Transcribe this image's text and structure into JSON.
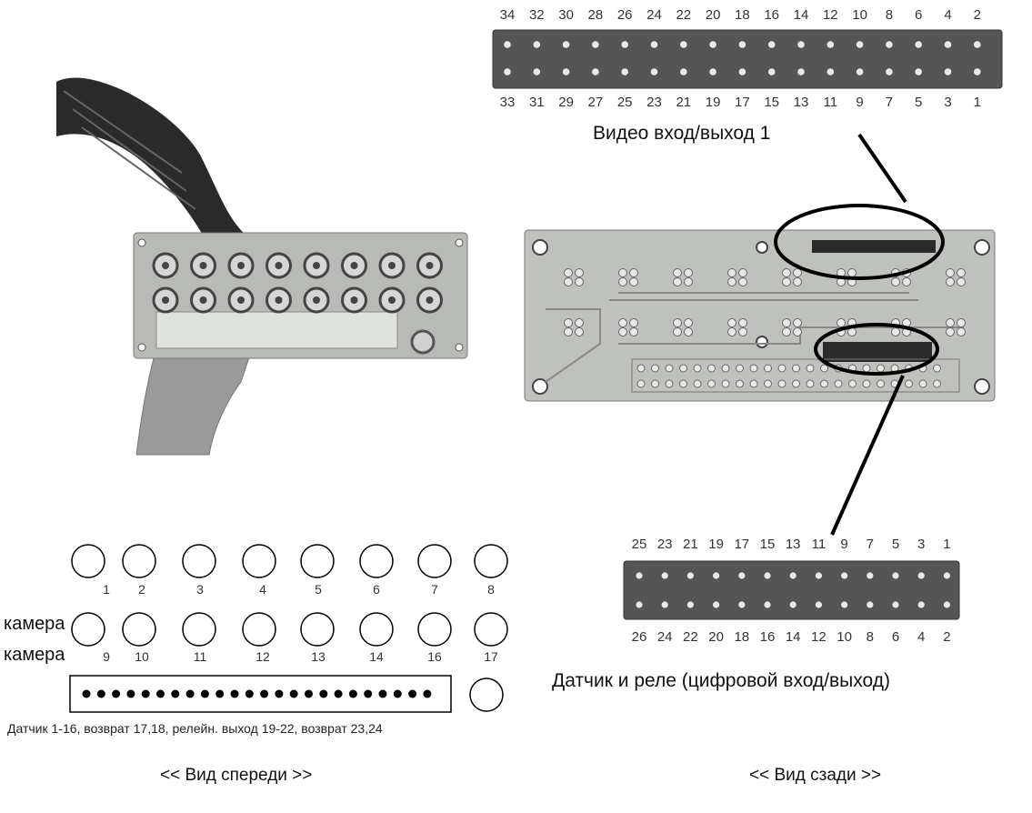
{
  "video_header": {
    "top_pins": [
      "34",
      "32",
      "30",
      "28",
      "26",
      "24",
      "22",
      "20",
      "18",
      "16",
      "14",
      "12",
      "10",
      "8",
      "6",
      "4",
      "2"
    ],
    "bottom_pins": [
      "33",
      "31",
      "29",
      "27",
      "25",
      "23",
      "21",
      "19",
      "17",
      "15",
      "13",
      "11",
      "9",
      "7",
      "5",
      "3",
      "1"
    ],
    "label": "Видео вход/выход 1"
  },
  "sensor_header": {
    "top_pins": [
      "25",
      "23",
      "21",
      "19",
      "17",
      "15",
      "13",
      "11",
      "9",
      "7",
      "5",
      "3",
      "1"
    ],
    "bottom_pins": [
      "26",
      "24",
      "22",
      "20",
      "18",
      "16",
      "14",
      "12",
      "10",
      "8",
      "6",
      "4",
      "2"
    ],
    "label": "Датчик и реле (цифровой вход/выход)"
  },
  "front_panel": {
    "row1_label": "камера",
    "row2_label": "камера",
    "row1_numbers": [
      "1",
      "2",
      "3",
      "4",
      "5",
      "6",
      "7",
      "8"
    ],
    "row2_numbers": [
      "9",
      "10",
      "11",
      "12",
      "13",
      "14",
      "16",
      "17"
    ],
    "terminal_note": "Датчик 1-16, возврат 17,18, релейн. выход 19-22, возврат 23,24"
  },
  "views": {
    "front": "<< Вид спереди >>",
    "back": "<< Вид сзади >>"
  },
  "colors": {
    "header_body": "#555555",
    "pcb_green": "#b9bdb6",
    "outline": "#000000"
  }
}
